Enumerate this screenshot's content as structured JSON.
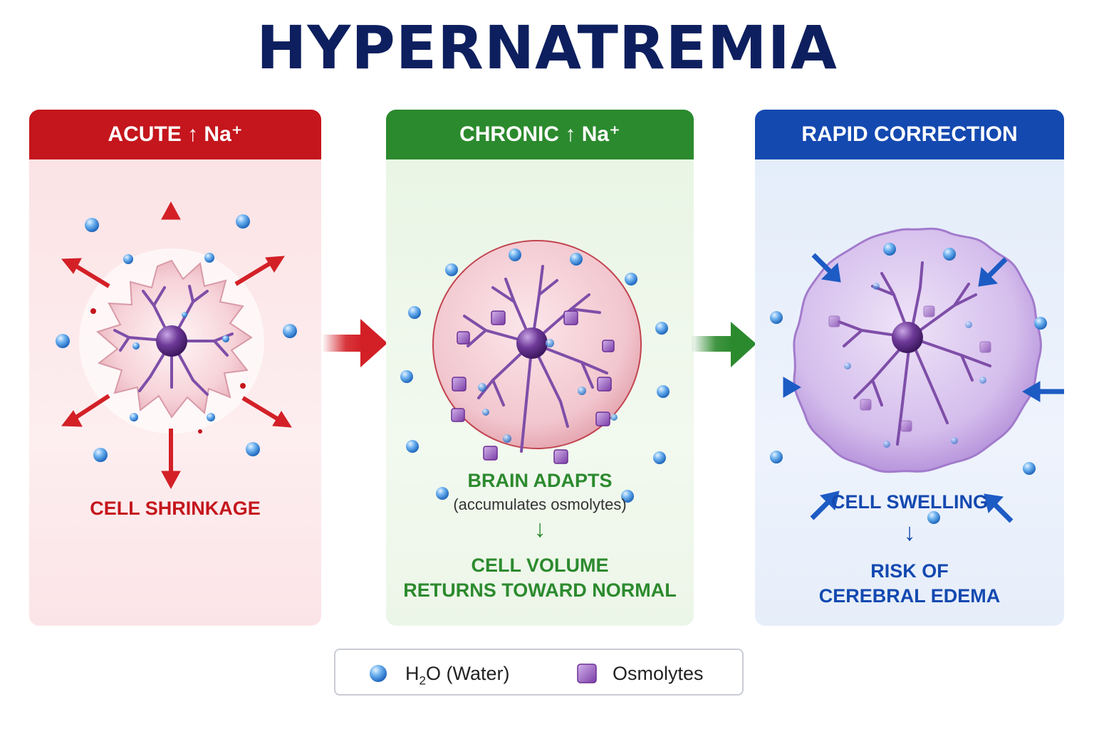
{
  "title": "HYPERNATREMIA",
  "panels": [
    {
      "header": "ACUTE ↑ Na⁺",
      "caption": "CELL SHRINKAGE",
      "color": "#c4161c"
    },
    {
      "header": "CHRONIC ↑ Na⁺",
      "caption_main": "BRAIN ADAPTS",
      "caption_sub": "(accumulates osmolytes)",
      "arrow": "↓",
      "result_line1": "CELL VOLUME",
      "result_line2": "RETURNS TOWARD NORMAL",
      "color": "#2c8a2e"
    },
    {
      "header": "RAPID CORRECTION",
      "caption_main": "CELL SWELLING",
      "arrow": "↓",
      "result_line1": "RISK OF",
      "result_line2": "CEREBRAL EDEMA",
      "color": "#1449b0"
    }
  ],
  "legend": {
    "water_prefix": "H",
    "water_sub": "2",
    "water_suffix": "O (Water)",
    "osmolytes": "Osmolytes"
  },
  "colors": {
    "title": "#0d1f5e",
    "water": "#3d8fe0",
    "osmolyte": "#8e4fb5",
    "nucleus": "#5b2a80"
  }
}
